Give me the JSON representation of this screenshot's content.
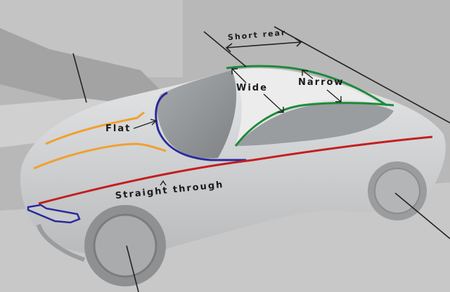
{
  "diagram": {
    "subject": "Sports coupe (silver) with design annotation lines",
    "colors": {
      "background_wall": "#b5b5b5",
      "floor": "#c9c9c9",
      "car_body": "#d4d6d8",
      "window_glass": "#9fa2a5",
      "roof_line": "#1e8a3a",
      "windshield_outline": "#2a2a9a",
      "headlight_outline": "#2a2a9a",
      "beltline": "#c41e1e",
      "hood_creases": "#f0a030",
      "leader_lines": "#222222"
    },
    "annotations": [
      {
        "id": "short-rear",
        "label": "Short rear",
        "color": "#222222",
        "note": "double arrow between two parallel guide lines above roof"
      },
      {
        "id": "wide",
        "label": "Wide",
        "color": "#1e8a3a",
        "note": "arrows to front of roof line and lower window line"
      },
      {
        "id": "narrow",
        "label": "Narrow",
        "color": "#1e8a3a",
        "note": "arrows to rear of roof line and lower window line"
      },
      {
        "id": "flat",
        "label": "Flat",
        "color": "#2a2a9a",
        "note": "arrow pointing to windshield outline"
      },
      {
        "id": "straight-through",
        "label": "Straight through",
        "color": "#c41e1e",
        "note": "caret pointing to red beltline running front to rear"
      }
    ]
  }
}
